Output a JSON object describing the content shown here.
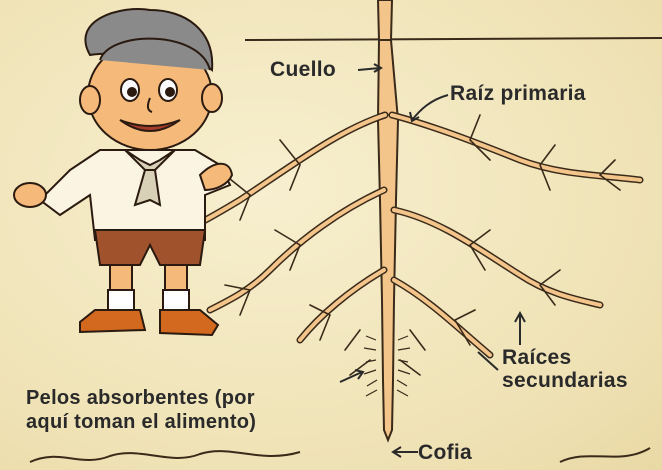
{
  "labels": {
    "cuello": "Cuello",
    "raiz_primaria": "Raíz primaria",
    "raices_secundarias_line1": "Raíces",
    "raices_secundarias_line2": "secundarias",
    "pelos_line1": "Pelos absorbentes (por",
    "pelos_line2": "aquí toman el alimento)",
    "cofia": "Cofia"
  },
  "colors": {
    "background": "#f3e9c4",
    "root_fill": "#f4c58a",
    "root_outline": "#3a2a1a",
    "skin": "#f5b97a",
    "hair": "#8a8a8a",
    "shorts": "#a0522d",
    "shoes": "#d2691e",
    "ink": "#2a2a2a"
  },
  "icons": [
    "boy-illustration",
    "root-diagram",
    "soil-line"
  ]
}
